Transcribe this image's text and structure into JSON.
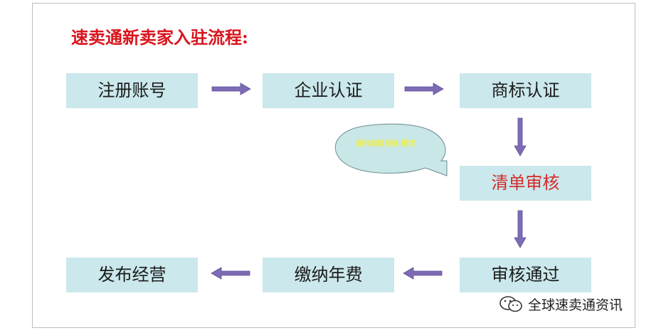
{
  "title": "速卖通新卖家入驻流程:",
  "steps": {
    "register": "注册账号",
    "company_cert": "企业认证",
    "trademark_cert": "商标认证",
    "list_review": "清单审核",
    "review_passed": "审核通过",
    "pay_fee": "缴纳年费",
    "publish": "发布经营"
  },
  "callout": "提升类目目标 要求",
  "watermark": "全球速卖通资讯",
  "colors": {
    "title": "#d9141c",
    "box_fill": "#cbe8ec",
    "highlight_text": "#d42a2a",
    "arrow": "#7d6bb5",
    "callout_fill": "#c9e7e6",
    "callout_text": "#f2ef3c"
  }
}
